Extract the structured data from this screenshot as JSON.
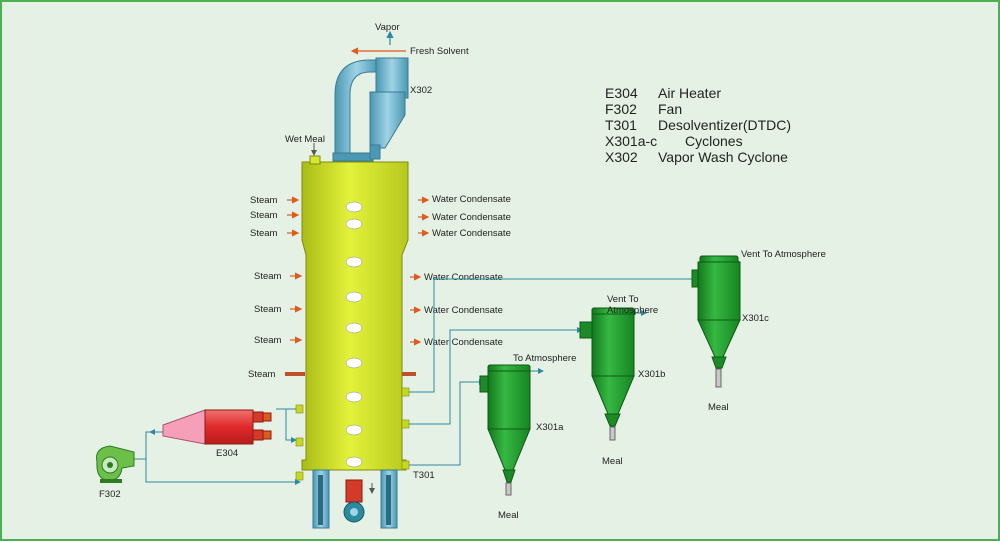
{
  "legend": [
    {
      "code": "E304",
      "desc": "Air Heater"
    },
    {
      "code": "F302",
      "desc": "Fan"
    },
    {
      "code": "T301",
      "desc": "Desolventizer(DTDC)"
    },
    {
      "code": "X301a-c",
      "desc": "Cyclones"
    },
    {
      "code": "X302",
      "desc": "Vapor Wash Cyclone"
    }
  ],
  "labels": {
    "vapor": "Vapor",
    "fresh_solvent": "Fresh Solvent",
    "x302": "X302",
    "wet_meal": "Wet Meal",
    "steam": "Steam",
    "water_condensate": "Water Condensate",
    "t301": "T301",
    "e304": "E304",
    "f302": "F302",
    "x301a": "X301a",
    "x301b": "X301b",
    "x301c": "X301c",
    "to_atmosphere": "To Atmosphere",
    "vent_to": "Vent To",
    "atmosphere": "Atmosphere",
    "vent_to_atmosphere": "Vent To Atmosphere",
    "meal": "Meal"
  },
  "colors": {
    "vessel": "#d4e82c",
    "cyclone": "#26a032",
    "pipe_blue": "#2b8a9e",
    "steam_arrow": "#e05a1e",
    "heater_red": "#e03a3a",
    "heater_pink": "#f5a0b8",
    "fan_green": "#4caf50"
  }
}
